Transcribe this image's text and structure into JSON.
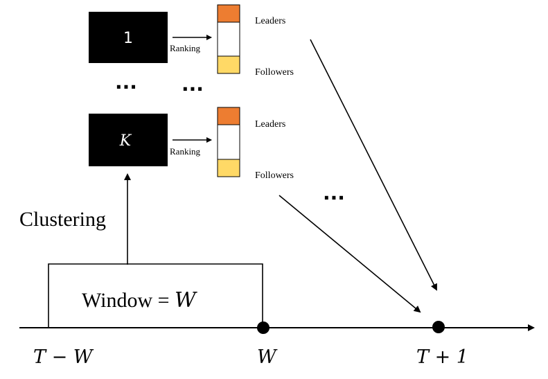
{
  "clusters": [
    {
      "id": "1",
      "ranking_label": "Ranking",
      "leaders_label": "Leaders",
      "followers_label": "Followers"
    },
    {
      "id": "K",
      "ranking_label": "Ranking",
      "leaders_label": "Leaders",
      "followers_label": "Followers"
    }
  ],
  "ellipsis": {
    "between_clusters_left": "···",
    "between_clusters_right": "···",
    "between_arrows": "···"
  },
  "clustering_label": "Clustering",
  "window": {
    "label_prefix": "Window = ",
    "label_var": "W"
  },
  "timeline": {
    "start_label": "T − W",
    "window_end_label": "W",
    "next_label": "T + 1"
  },
  "colors": {
    "cluster_box": "#000000",
    "leaders_band": "#ED7D31",
    "followers_band": "#FFD966",
    "ranking_middle": "#ffffff",
    "line": "#000000"
  }
}
